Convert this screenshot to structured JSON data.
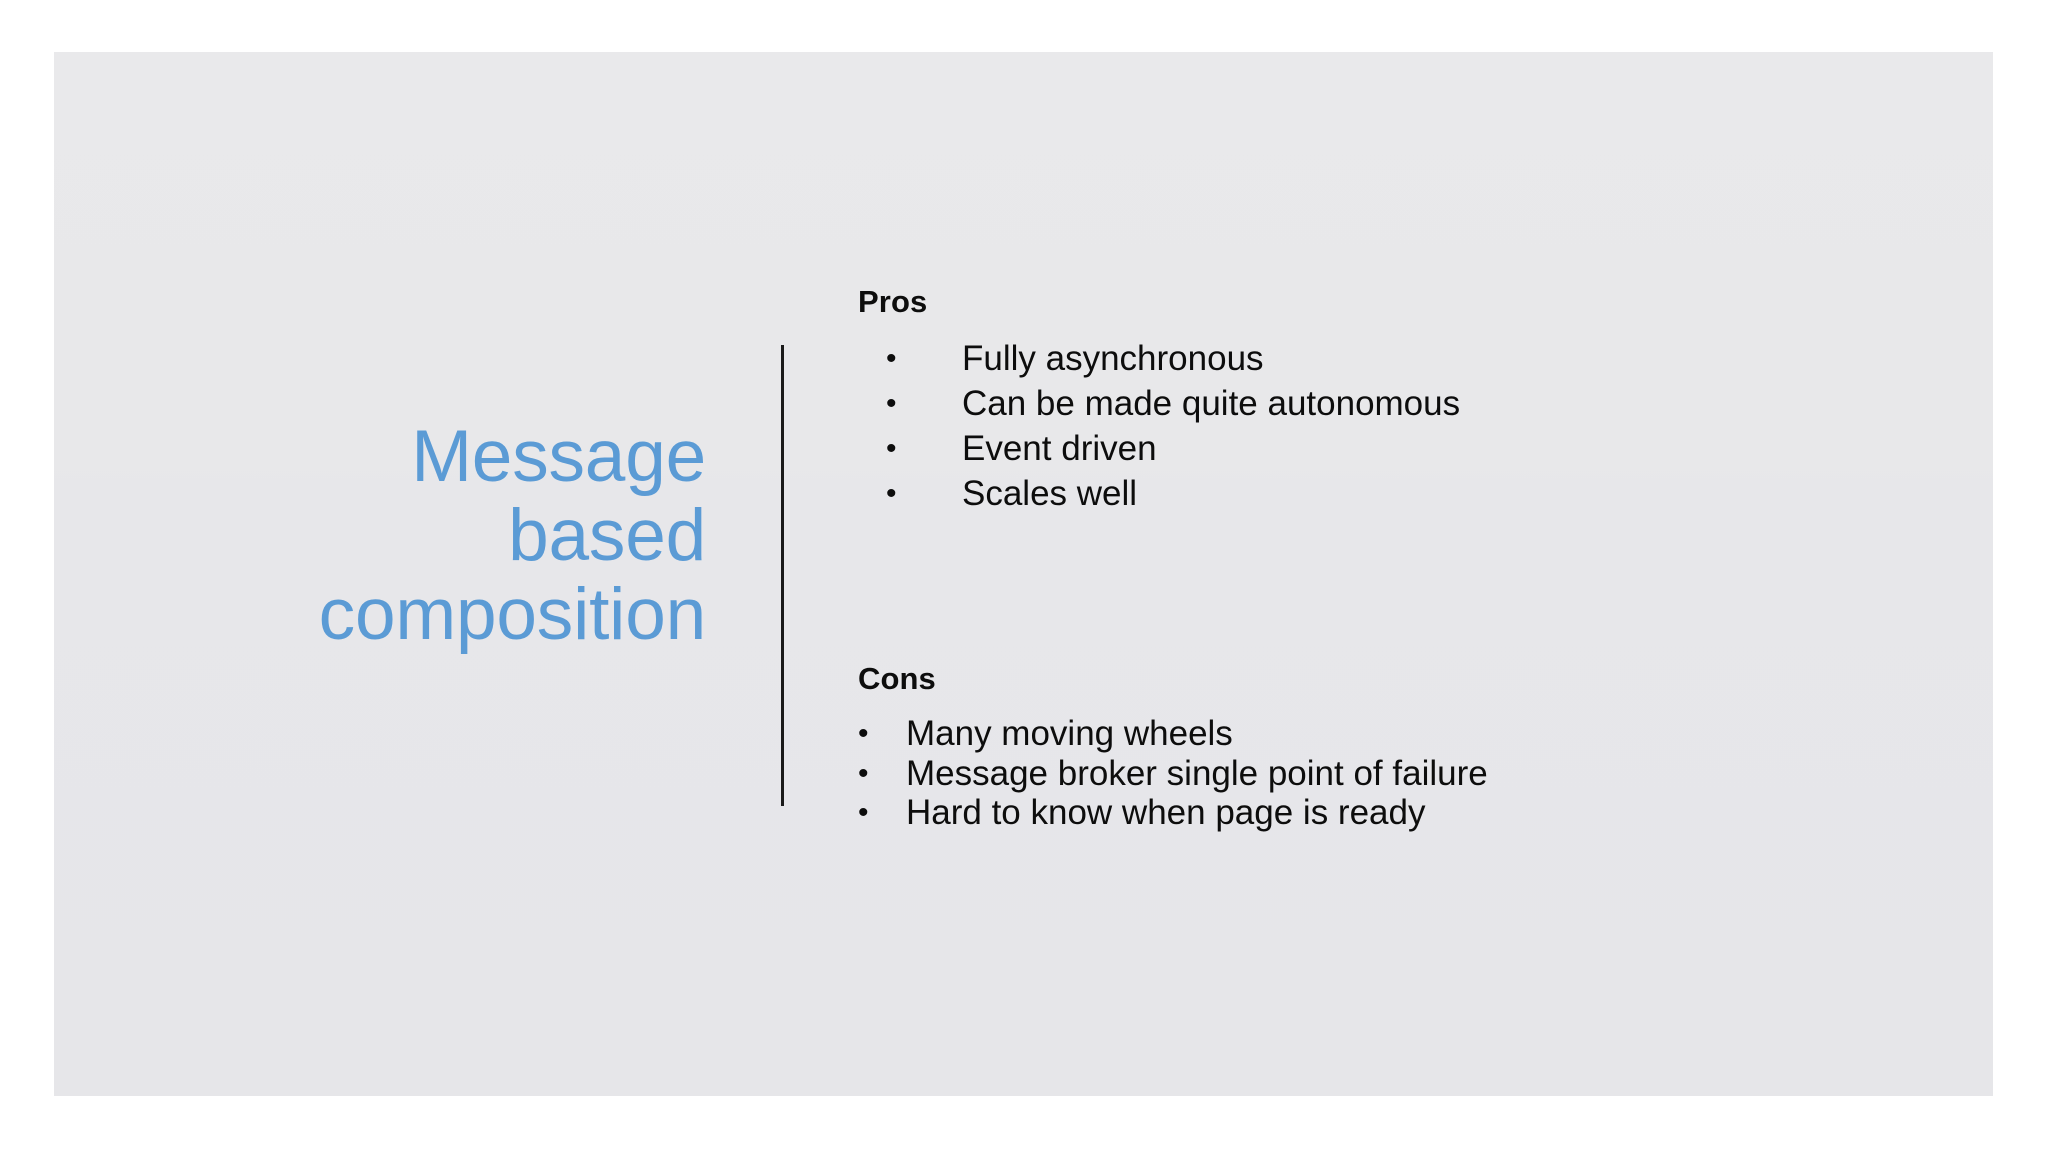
{
  "slide": {
    "background_color": "#e8e8ea",
    "canvas_color": "#ffffff",
    "title": {
      "color": "#5b9bd5",
      "lines": [
        "Message",
        "based",
        "composition"
      ],
      "full_text": "Message based composition"
    },
    "divider": {
      "name": "vertical-rule",
      "color": "#1a1a1a"
    },
    "sections": [
      {
        "id": "pros",
        "heading": "Pros",
        "items": [
          "Fully asynchronous",
          "Can be made quite autonomous",
          "Event driven",
          "Scales well"
        ]
      },
      {
        "id": "cons",
        "heading": "Cons",
        "items": [
          "Many moving wheels",
          "Message broker single point of failure",
          "Hard to know when page is ready"
        ]
      }
    ],
    "bullet_glyph": "•"
  }
}
